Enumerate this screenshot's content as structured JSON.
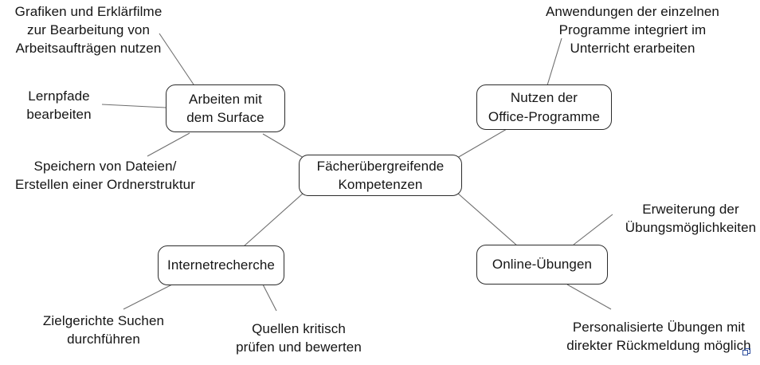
{
  "diagram": {
    "type": "mind-map",
    "title": "Fächerübergreifende Kompetenzen",
    "line_color": "#6e6e6e",
    "node_border_color": "#2b2b2b",
    "text_color": "#151515",
    "background": "#ffffff",
    "center": {
      "id": "center",
      "label": "Fächerübergreifende\nKompetenzen"
    },
    "branches": [
      {
        "id": "surface",
        "label": "Arbeiten mit\ndem Surface",
        "leaves": [
          {
            "id": "grafiken",
            "label": "Grafiken und Erklärfilme\nzur Bearbeitung von\nArbeitsaufträgen nutzen"
          },
          {
            "id": "lernpfade",
            "label": "Lernpfade\nbearbeiten"
          },
          {
            "id": "speichern",
            "label": "Speichern von Dateien/\nErstellen einer Ordnerstruktur"
          }
        ]
      },
      {
        "id": "office",
        "label": "Nutzen der\nOffice-Programme",
        "leaves": [
          {
            "id": "anwendungen",
            "label": "Anwendungen der einzelnen\nProgramme integriert im\nUnterricht erarbeiten"
          }
        ]
      },
      {
        "id": "recherche",
        "label": "Internetrecherche",
        "leaves": [
          {
            "id": "zielgerichtet",
            "label": "Zielgerichte Suchen\ndurchführen"
          },
          {
            "id": "quellen",
            "label": "Quellen kritisch\nprüfen und bewerten"
          }
        ]
      },
      {
        "id": "online",
        "label": "Online-Übungen",
        "leaves": [
          {
            "id": "erweiterung",
            "label": "Erweiterung der\nÜbungsmöglichkeiten"
          },
          {
            "id": "personalisiert",
            "label": "Personalisierte Übungen mit\ndirekter Rückmeldung möglich"
          }
        ]
      }
    ]
  }
}
